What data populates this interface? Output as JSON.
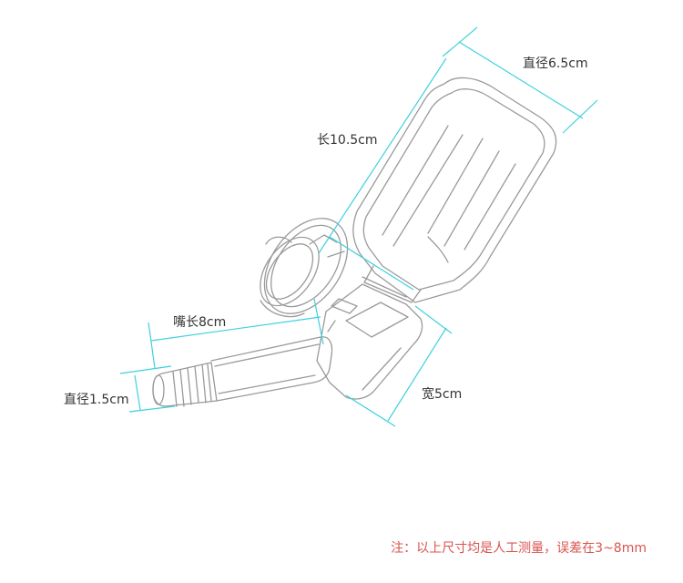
{
  "labels": {
    "diameter_bottle": "直径6.5cm",
    "length_bottle": "长10.5cm",
    "spout_length": "嘴长8cm",
    "diameter_spout": "直径1.5cm",
    "width": "宽5cm"
  },
  "note": "注：以上尺寸均是人工测量，误差在3~8mm",
  "colors": {
    "dimension_line": "#3fd0e0",
    "sketch_line": "#9a9a9a",
    "note": "#d9534f",
    "label": "#333333"
  }
}
